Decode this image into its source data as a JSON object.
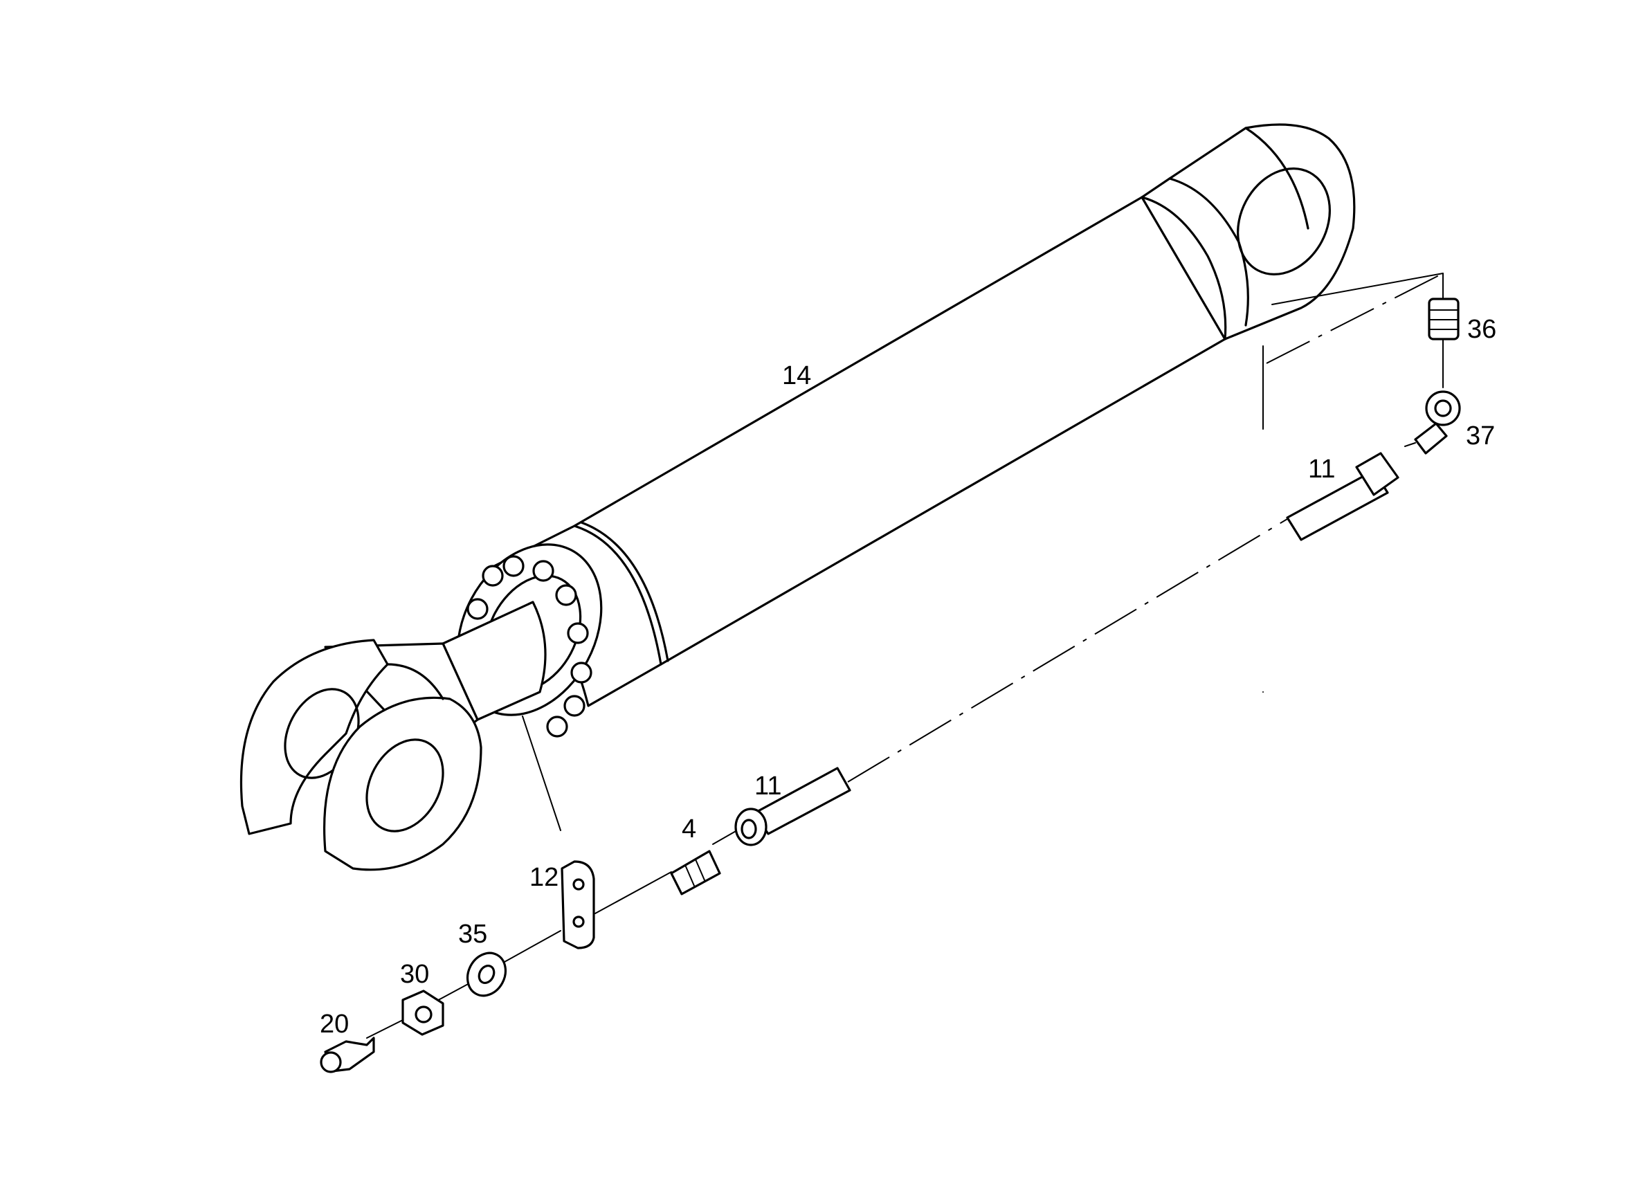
{
  "diagram": {
    "callouts": {
      "p14": "14",
      "p36": "36",
      "p37": "37",
      "p11_top": "11",
      "p11_bottom": "11",
      "p4": "4",
      "p12": "12",
      "p35": "35",
      "p30": "30",
      "p20": "20"
    }
  }
}
